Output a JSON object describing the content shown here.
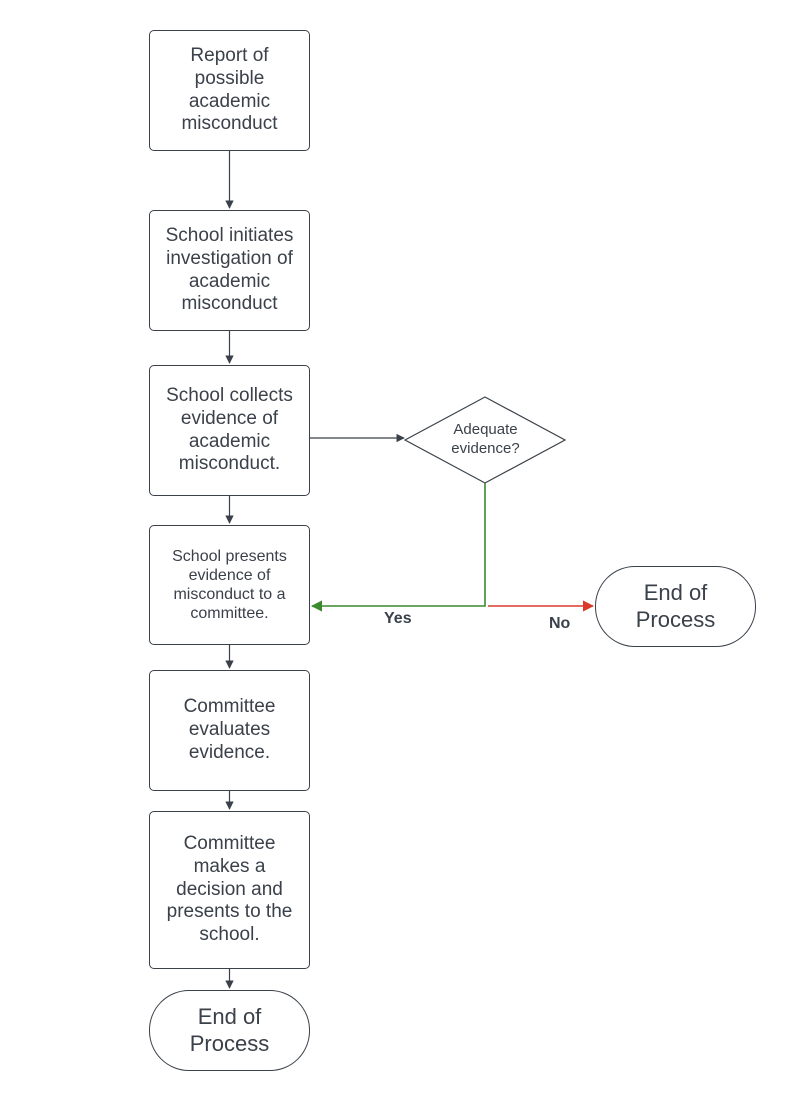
{
  "nodes": {
    "report": "Report of\npossible\nacademic\nmisconduct",
    "initiate": "School initiates\ninvestigation of\nacademic\nmisconduct",
    "collect": "School collects\nevidence of\nacademic\nmisconduct.",
    "decision": "Adequate\nevidence?",
    "present": "School presents\nevidence of\nmisconduct to a\ncommittee.",
    "evaluate": "Committee\nevaluates\nevidence.",
    "decide": "Committee\nmakes a\ndecision and\npresents to the\nschool.",
    "end_main": "End of\nProcess",
    "end_no": "End of\nProcess"
  },
  "edges": {
    "yes_label": "Yes",
    "no_label": "No"
  },
  "colors": {
    "stroke": "#3a414a",
    "yes": "#3c8a2e",
    "no": "#d93b2b"
  }
}
